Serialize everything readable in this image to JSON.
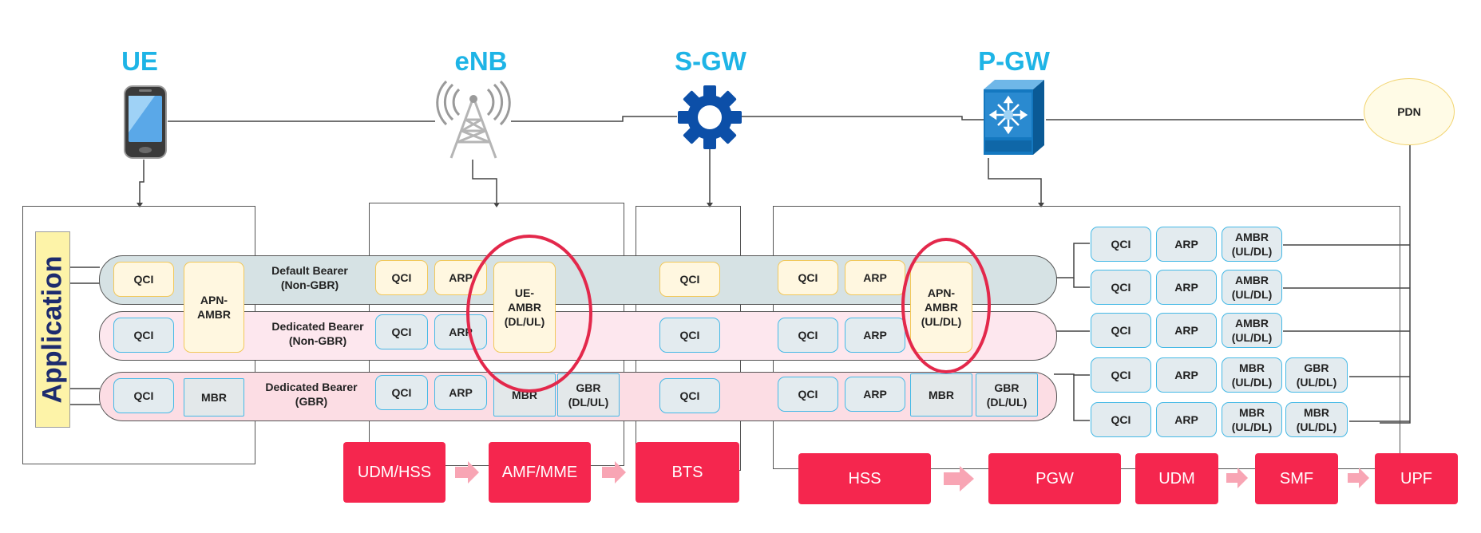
{
  "nodes": {
    "ue": "UE",
    "enb": "eNB",
    "sgw": "S-GW",
    "pgw": "P-GW",
    "pdn": "PDN"
  },
  "application": "Application",
  "bearers": {
    "default": {
      "line1": "Default Bearer",
      "line2": "(Non-GBR)"
    },
    "dedicated_non_gbr": {
      "line1": "Dedicated Bearer",
      "line2": "(Non-GBR)"
    },
    "dedicated_gbr": {
      "line1": "Dedicated Bearer",
      "line2": "(GBR)"
    }
  },
  "labels": {
    "qci": "QCI",
    "arp": "ARP",
    "mbr": "MBR",
    "apn_ambr_ue": "APN-\nAMBR",
    "ue_ambr": "UE-\nAMBR\n(DL/UL)",
    "apn_ambr_pgw": "APN-\nAMBR\n(UL/DL)",
    "gbr_dl_ul": "GBR\n(DL/UL)",
    "ambr_ul_dl": "AMBR\n(UL/DL)",
    "mbr_ul_dl": "MBR\n(UL/DL)",
    "gbr_ul_dl": "GBR\n(UL/DL)"
  },
  "functions": {
    "udm_hss": "UDM/HSS",
    "amf_mme": "AMF/MME",
    "bts": "BTS",
    "hss": "HSS",
    "pgw": "PGW",
    "udm": "UDM",
    "smf": "SMF",
    "upf": "UPF"
  },
  "colors": {
    "title": "#1eb4e6",
    "function_box": "#f5264e",
    "arrow": "#f8a5b4",
    "highlight_circle": "#e3284b"
  }
}
